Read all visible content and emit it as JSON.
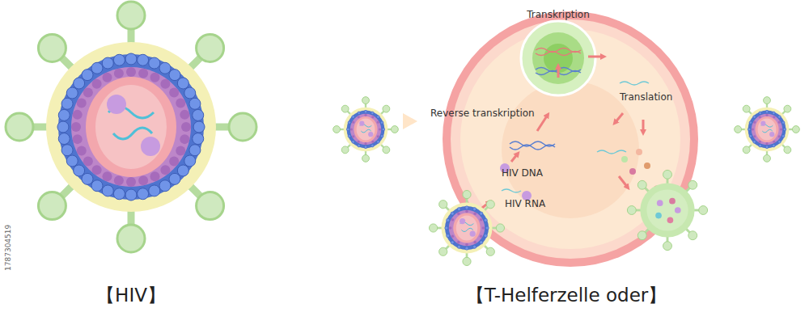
{
  "diagram": {
    "labels": [
      "Transkription",
      "Translation",
      "Reverse transkription",
      "HIV DNA",
      "HIV RNA",
      "【HIV】",
      "【T-Helferzelle oder】",
      "1787304519"
    ]
  }
}
